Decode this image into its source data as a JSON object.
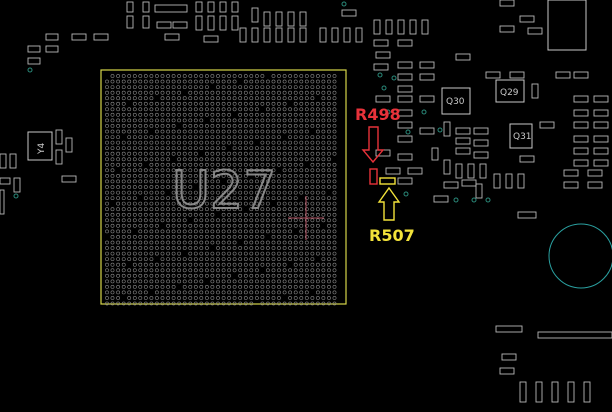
{
  "board": {
    "background": "#000000",
    "silk_color": "#b8b8b8",
    "bga_outline_color": "#d6d64a",
    "via_color": "#2a8a7a"
  },
  "components": {
    "bga_ref": "U27",
    "crystal_ref": "Y4",
    "q30_ref": "Q30",
    "q29_ref": "Q29",
    "q31_ref": "Q31"
  },
  "annotations": {
    "r498": {
      "label": "R498",
      "color": "#e8323a"
    },
    "r507": {
      "label": "R507",
      "color": "#f2e23a"
    }
  }
}
